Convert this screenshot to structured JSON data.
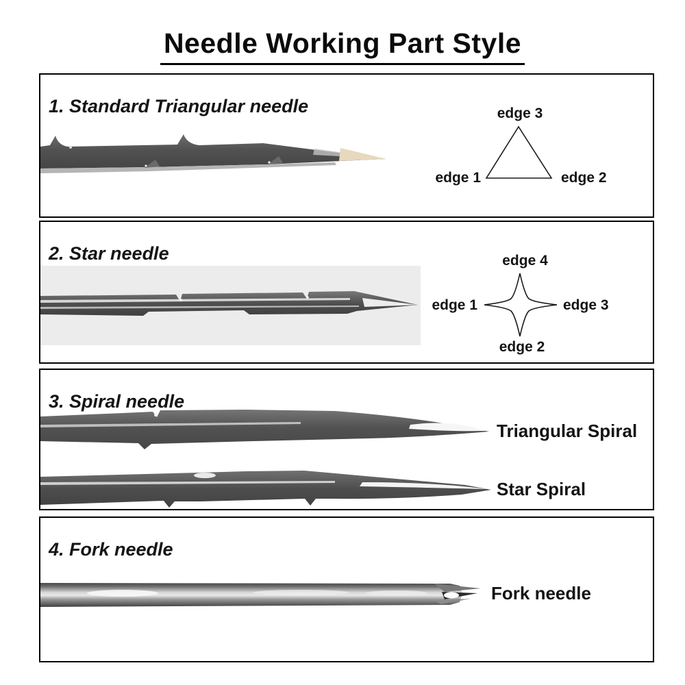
{
  "title": "Needle Working Part Style",
  "sections": [
    {
      "heading": "1. Standard Triangular needle",
      "needle": "standard-triangular-barbed-needle",
      "diagram": {
        "shape": "triangle",
        "label_top": "edge 3",
        "label_left": "edge 1",
        "label_right": "edge 2"
      }
    },
    {
      "heading": "2. Star needle",
      "needle": "star-barbed-needle",
      "diagram": {
        "shape": "four-point-star",
        "label_top": "edge 4",
        "label_left": "edge 1",
        "label_right": "edge 3",
        "label_bottom": "edge 2"
      }
    },
    {
      "heading": "3. Spiral needle",
      "needles": [
        {
          "name": "triangular-spiral-needle",
          "label": "Triangular Spiral"
        },
        {
          "name": "star-spiral-needle",
          "label": "Star Spiral"
        }
      ]
    },
    {
      "heading": "4. Fork needle",
      "needles": [
        {
          "name": "fork-needle",
          "label": "Fork needle"
        }
      ]
    }
  ],
  "colors": {
    "background": "#ffffff",
    "box_border": "#000000",
    "text": "#111111",
    "diagram_stroke": "#1a1a1a",
    "needle_dark": "#525252",
    "needle_mid": "#8f8f8f",
    "needle_light": "#d9d9d9",
    "tip_cream": "#e7d9bd",
    "photo_background": "#ececec"
  }
}
